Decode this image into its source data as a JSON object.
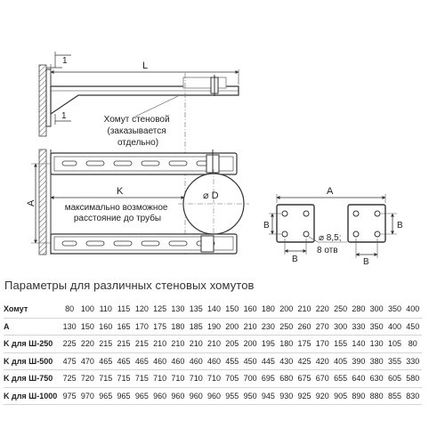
{
  "drawing": {
    "dim_L": "L",
    "dim_offset_top": "1",
    "dim_offset_bottom": "1",
    "clamp_note": [
      "Хомут стеновой",
      "(заказывается",
      "отдельно)"
    ],
    "dim_A_vertical": "A",
    "dim_K": "K",
    "dim_D": "⌀ D",
    "max_distance_note": [
      "максимально возможное",
      "расстояние до трубы"
    ],
    "plate_dim_A": "A",
    "plate_dim_B_left_v": "B",
    "plate_dim_B_left_h": "B",
    "plate_dim_B_right_v": "B",
    "plate_dim_B_right_h": "B",
    "holes_note": [
      "⌀ 8,5;",
      "8 отв"
    ]
  },
  "table_title": "Параметры для различных стеновых хомутов",
  "table": {
    "rows": [
      {
        "label": "Хомут",
        "values": [
          "80",
          "100",
          "110",
          "115",
          "120",
          "125",
          "130",
          "135",
          "140",
          "150",
          "160",
          "180",
          "200",
          "210",
          "220",
          "250",
          "280",
          "300",
          "350",
          "400"
        ]
      },
      {
        "label": "A",
        "values": [
          "130",
          "150",
          "160",
          "165",
          "170",
          "175",
          "180",
          "185",
          "190",
          "200",
          "210",
          "230",
          "250",
          "260",
          "270",
          "300",
          "330",
          "350",
          "400",
          "450"
        ]
      },
      {
        "label": "K для Ш-250",
        "values": [
          "225",
          "220",
          "215",
          "215",
          "215",
          "210",
          "210",
          "210",
          "210",
          "205",
          "200",
          "195",
          "180",
          "175",
          "170",
          "155",
          "140",
          "130",
          "105",
          "80"
        ]
      },
      {
        "label": "K для Ш-500",
        "values": [
          "475",
          "470",
          "465",
          "465",
          "465",
          "460",
          "460",
          "460",
          "460",
          "455",
          "450",
          "445",
          "430",
          "425",
          "420",
          "405",
          "390",
          "380",
          "355",
          "330"
        ]
      },
      {
        "label": "K для Ш-750",
        "values": [
          "725",
          "720",
          "715",
          "715",
          "715",
          "710",
          "710",
          "710",
          "710",
          "705",
          "700",
          "695",
          "680",
          "675",
          "670",
          "655",
          "640",
          "630",
          "605",
          "580"
        ]
      },
      {
        "label": "K для Ш-1000",
        "values": [
          "975",
          "970",
          "965",
          "965",
          "965",
          "960",
          "960",
          "960",
          "960",
          "955",
          "950",
          "945",
          "930",
          "925",
          "920",
          "905",
          "890",
          "880",
          "855",
          "830"
        ]
      }
    ]
  }
}
